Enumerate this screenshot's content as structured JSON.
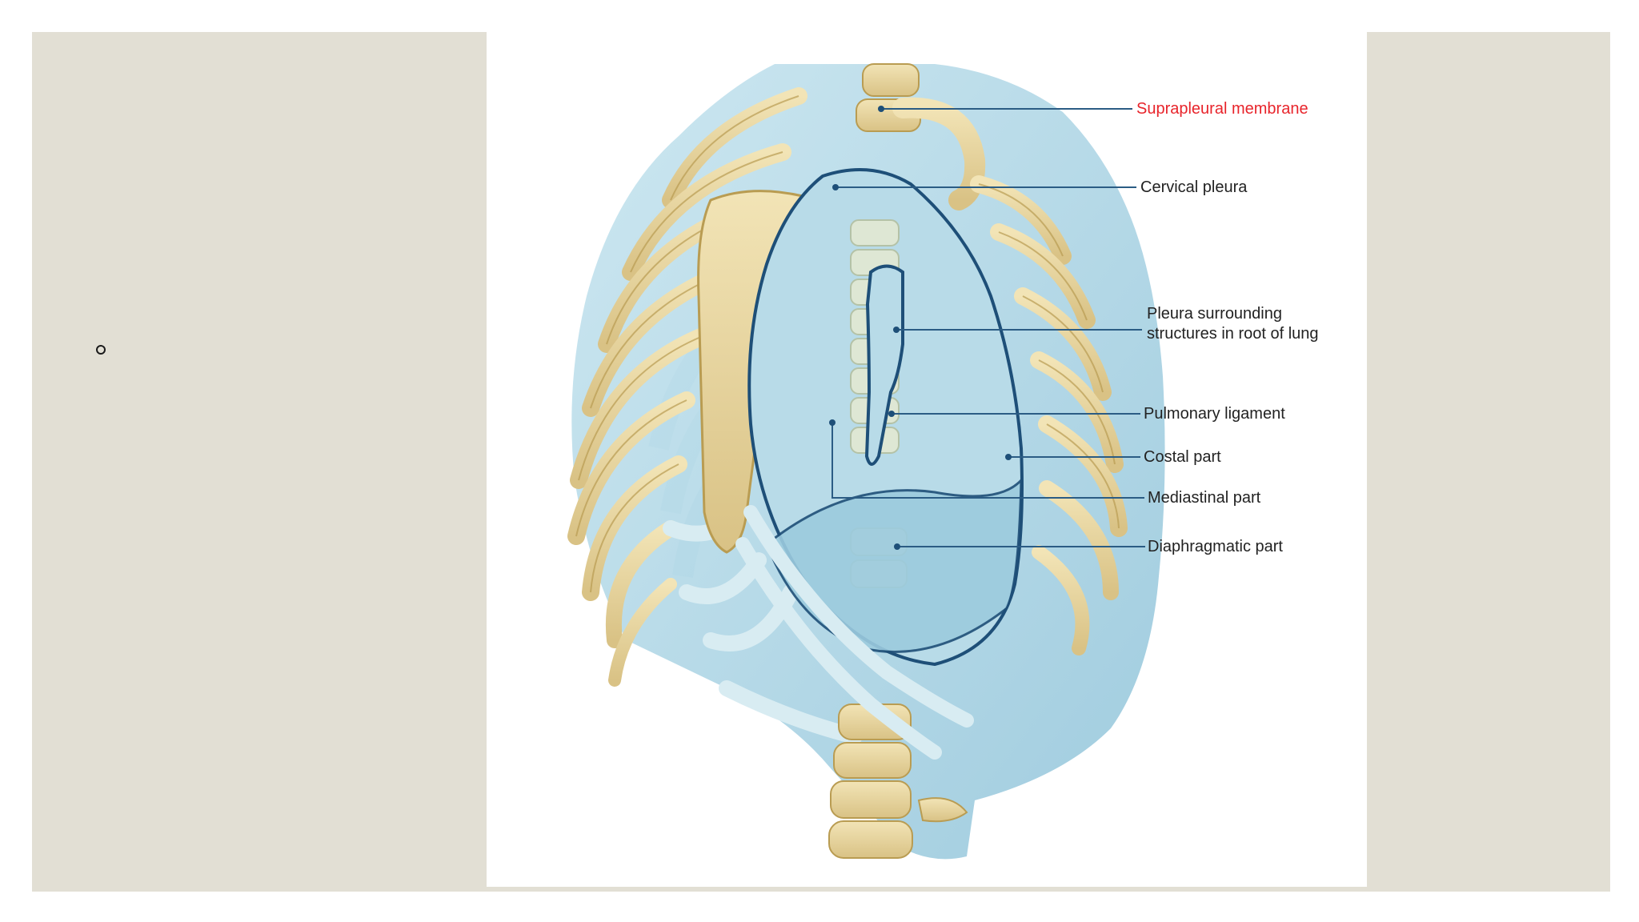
{
  "slide": {
    "background": "#e2dfd4",
    "bullet_icon": "hollow-circle-bullet"
  },
  "figure": {
    "labels": [
      {
        "id": "suprapleural",
        "text": "Suprapleural membrane",
        "color": "#e8242b"
      },
      {
        "id": "cervical",
        "text": "Cervical pleura",
        "color": "#222222"
      },
      {
        "id": "root",
        "text": "Pleura surrounding structures in root of lung",
        "color": "#222222"
      },
      {
        "id": "pulmonary",
        "text": "Pulmonary ligament",
        "color": "#222222"
      },
      {
        "id": "costal",
        "text": "Costal part",
        "color": "#222222"
      },
      {
        "id": "mediastinal",
        "text": "Mediastinal part",
        "color": "#222222"
      },
      {
        "id": "diaphragmatic",
        "text": "Diaphragmatic part",
        "color": "#222222"
      }
    ],
    "colors": {
      "pleura": "#a9d3e3",
      "bone": "#e9d8a4",
      "outline": "#1e4f78"
    }
  }
}
